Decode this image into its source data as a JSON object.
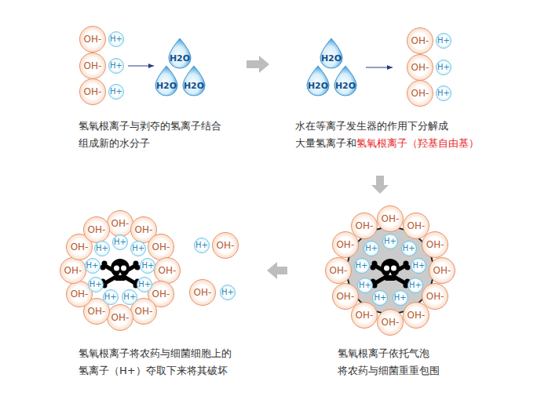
{
  "diagram": {
    "nodes": [
      {
        "text": [
          "OH-"
        ]
      },
      {
        "text": [
          "H+"
        ]
      },
      {
        "text": [
          "OH-"
        ]
      },
      {
        "text": [
          "H+"
        ]
      },
      {
        "text": [
          "OH-"
        ]
      },
      {
        "text": [
          "H+"
        ]
      },
      {
        "text": [
          "H2O"
        ]
      },
      {
        "text": [
          "H2O"
        ]
      },
      {
        "text": [
          "H2O"
        ]
      },
      {
        "text": [
          "H2O"
        ]
      },
      {
        "text": [
          "H2O"
        ]
      },
      {
        "text": [
          "H2O"
        ]
      },
      {
        "text": [
          "OH-"
        ]
      },
      {
        "text": [
          "H+"
        ]
      },
      {
        "text": [
          "OH-"
        ]
      },
      {
        "text": [
          "H+"
        ]
      },
      {
        "text": [
          "OH-"
        ]
      },
      {
        "text": [
          "H+"
        ]
      },
      {
        "text": [
          "OH-"
        ]
      },
      {
        "text": [
          "OH-"
        ]
      },
      {
        "text": [
          "OH-"
        ]
      },
      {
        "text": [
          "OH-"
        ]
      },
      {
        "text": [
          "OH-"
        ]
      },
      {
        "text": [
          "OH-"
        ]
      },
      {
        "text": [
          "OH-"
        ]
      },
      {
        "text": [
          "OH-"
        ]
      },
      {
        "text": [
          "OH-"
        ]
      },
      {
        "text": [
          "OH-"
        ]
      },
      {
        "text": [
          "OH-"
        ]
      },
      {
        "text": [
          "OH-"
        ]
      },
      {
        "text": [
          "H+"
        ]
      },
      {
        "text": [
          "H+"
        ]
      },
      {
        "text": [
          "H+"
        ]
      },
      {
        "text": [
          "H+"
        ]
      },
      {
        "text": [
          "H+"
        ]
      },
      {
        "text": [
          "H+"
        ]
      },
      {
        "text": [
          "H+"
        ]
      },
      {
        "text": [
          "H+"
        ]
      },
      {
        "text": [
          "H+"
        ]
      },
      {
        "text": [
          "H+"
        ]
      },
      {
        "text": [
          "OH-"
        ]
      },
      {
        "text": [
          "OH-"
        ]
      },
      {
        "text": [
          "H+"
        ]
      },
      {
        "text": [
          "OH-"
        ]
      },
      {
        "text": [
          "OH-"
        ]
      },
      {
        "text": [
          "OH-"
        ]
      },
      {
        "text": [
          "OH-"
        ]
      },
      {
        "text": [
          "OH-"
        ]
      },
      {
        "text": [
          "OH-"
        ]
      },
      {
        "text": [
          "OH-"
        ]
      },
      {
        "text": [
          "OH-"
        ]
      },
      {
        "text": [
          "OH-"
        ]
      },
      {
        "text": [
          "OH-"
        ]
      },
      {
        "text": [
          "OH-"
        ]
      },
      {
        "text": [
          "OH-"
        ]
      },
      {
        "text": [
          "H+"
        ]
      },
      {
        "text": [
          "H+"
        ]
      },
      {
        "text": [
          "H+"
        ]
      },
      {
        "text": [
          "H+"
        ]
      },
      {
        "text": [
          "H+"
        ]
      },
      {
        "text": [
          "H+"
        ]
      },
      {
        "text": [
          "H+"
        ]
      },
      {
        "text": [
          "H+"
        ]
      },
      {
        "text": [
          "H+"
        ]
      }
    ],
    "labels": [
      "氢氧根离子与剥夺的氢离子结合 组成新的水分子",
      "水在等离子发生器的作用下分解成 大量氢离子和",
      "氢氧根离子（羟基自由基）",
      "氢氧根离子将农药与细菌细胞上的 氢离子（H+）夺取下来将其破坏",
      "氢氧根离子依托气泡 将农药与细菌重重包围"
    ]
  }
}
